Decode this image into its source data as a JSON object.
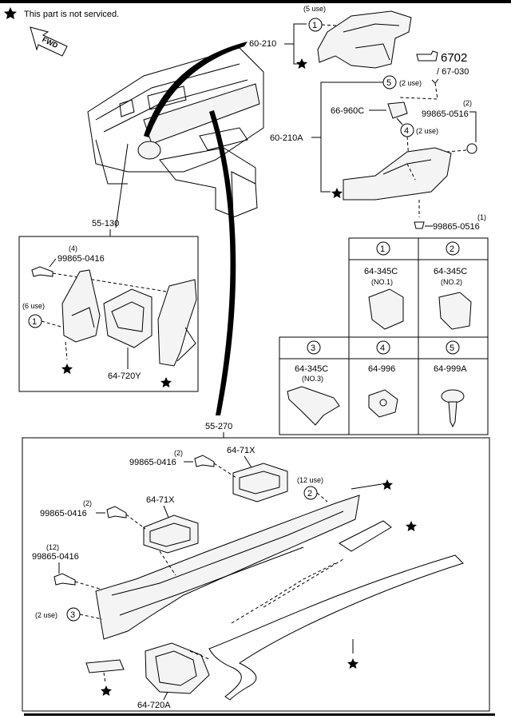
{
  "legend": {
    "text": "This part is not serviced."
  },
  "fwd_label": "FWD",
  "ref": {
    "main": "6702",
    "sub": "/ 67-030"
  },
  "labels": {
    "p60_210": "60-210",
    "p60_210A": "60-210A",
    "p66_960C": "66-960C",
    "p55_130": "55-130",
    "p55_270": "55-270",
    "p64_720Y": "64-720Y",
    "p64_720A": "64-720A",
    "p64_71X_a": "64-71X",
    "p64_71X_b": "64-71X",
    "s99865_0516_a": "99865-0516",
    "s99865_0516_b": "99865-0516",
    "s99865_0416_a": "99865-0416",
    "s99865_0416_b": "99865-0416",
    "s99865_0416_c": "99865-0416",
    "s99865_0416_d": "99865-0416"
  },
  "qty": {
    "q5use": "(5 use)",
    "q2use_5": "(2 use)",
    "q2use_4": "(2 use)",
    "q2_0516": "(2)",
    "q1_0516": "(1)",
    "q4_0416": "(4)",
    "q6use": "(6 use)",
    "q2_0416_a": "(2)",
    "q2_0416_b": "(2)",
    "q12_0416": "(12)",
    "q12use": "(12 use)",
    "q2use_3": "(2 use)"
  },
  "callouts": {
    "c1_top": "1",
    "c5": "5",
    "c4": "4",
    "c1_left": "1",
    "c2": "2",
    "c3": "3"
  },
  "clip_table": {
    "cells": [
      {
        "num": "1",
        "part": "64-345C",
        "note": "(NO.1)"
      },
      {
        "num": "2",
        "part": "64-345C",
        "note": "(NO.2)"
      },
      {
        "num": "3",
        "part": "64-345C",
        "note": "(NO.3)"
      },
      {
        "num": "4",
        "part": "64-996",
        "note": ""
      },
      {
        "num": "5",
        "part": "64-999A",
        "note": ""
      }
    ]
  }
}
